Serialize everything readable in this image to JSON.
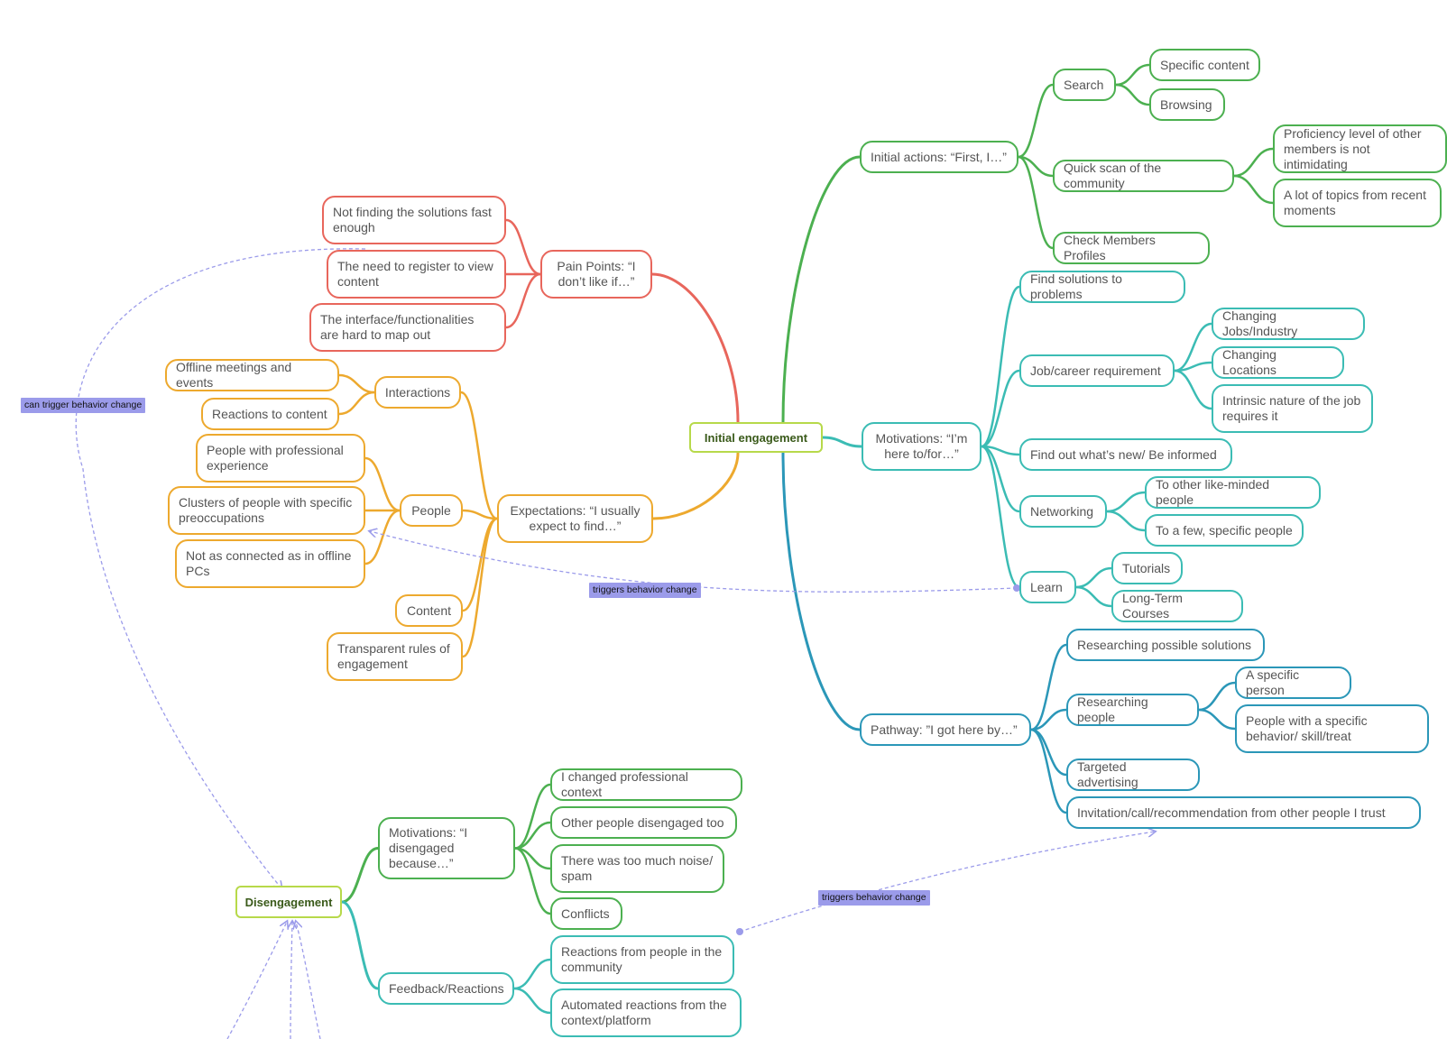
{
  "roots": {
    "initial_engagement": "Initial engagement",
    "disengagement": "Disengagement"
  },
  "pain_points": {
    "label": "Pain Points: “I don’t like if…”",
    "items": [
      "Not finding the solutions fast enough",
      "The need to register to view content",
      "The interface/functionalities are hard to map out"
    ]
  },
  "expectations": {
    "label": "Expectations: “I usually expect to find…”",
    "interactions": {
      "label": "Interactions",
      "items": [
        "Offline meetings and events",
        "Reactions to content"
      ]
    },
    "people": {
      "label": "People",
      "items": [
        "People with professional experience",
        "Clusters of people with specific preoccupations",
        "Not as connected as in offline PCs"
      ]
    },
    "content": "Content",
    "rules": "Transparent rules of engagement"
  },
  "initial_actions": {
    "label": "Initial actions: “First, I…”",
    "search": {
      "label": "Search",
      "items": [
        "Specific content",
        "Browsing"
      ]
    },
    "quick_scan": {
      "label": "Quick scan of the community",
      "items": [
        "Proficiency level of other members is not intimidating",
        "A lot of topics from recent moments"
      ]
    },
    "check_profiles": "Check Members Profiles"
  },
  "motivations": {
    "label": "Motivations: “I’m here to/for…”",
    "find_solutions": "Find solutions to problems",
    "job": {
      "label": "Job/career requirement",
      "items": [
        "Changing Jobs/Industry",
        "Changing Locations",
        "Intrinsic nature of the job requires it"
      ]
    },
    "news": "Find out what’s new/ Be informed",
    "networking": {
      "label": "Networking",
      "items": [
        "To other like-minded people",
        "To a few, specific people"
      ]
    },
    "learn": {
      "label": "Learn",
      "items": [
        "Tutorials",
        "Long-Term Courses"
      ]
    }
  },
  "pathway": {
    "label": "Pathway: ”I got here by…”",
    "researching_solutions": "Researching possible solutions",
    "researching_people": {
      "label": "Researching people",
      "items": [
        "A specific person",
        "People with a specific behavior/ skill/treat"
      ]
    },
    "advertising": "Targeted advertising",
    "invitation": "Invitation/call/recommendation from other people I trust"
  },
  "disengage_motivations": {
    "label": "Motivations: “I disengaged because…”",
    "items": [
      "I changed professional context",
      "Other people disengaged too",
      "There was too much noise/ spam",
      "Conflicts"
    ]
  },
  "feedback": {
    "label": "Feedback/Reactions",
    "items": [
      "Reactions from people in the community",
      "Automated reactions from the context/platform"
    ]
  },
  "relation_labels": {
    "can_trigger": "can trigger behavior change",
    "triggers_1": "triggers behavior change",
    "triggers_2": "triggers behavior change"
  },
  "colors": {
    "red": "#e8665c",
    "orange": "#eda92e",
    "green": "#4cb050",
    "teal": "#3bbcb4",
    "blue": "#2b97b8",
    "root": "#b7d94a",
    "relation": "#9b9bea"
  }
}
